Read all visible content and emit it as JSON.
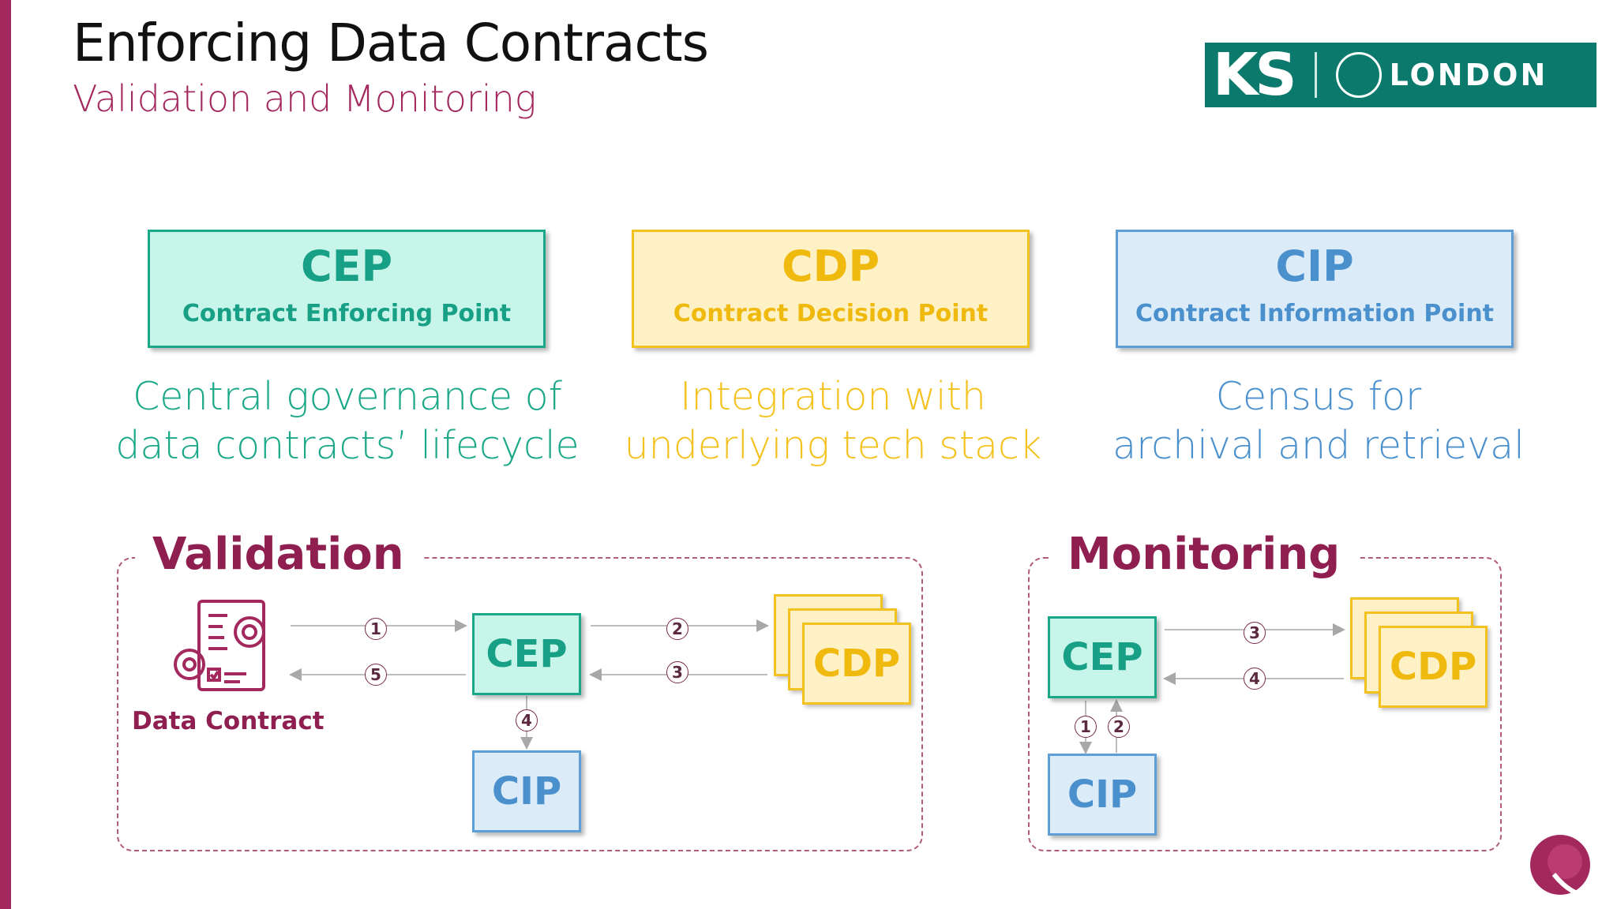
{
  "slide": {
    "title": "Enforcing Data Contracts",
    "subtitle": "Validation and Monitoring"
  },
  "logo": {
    "brand": "KS",
    "city": "LONDON"
  },
  "components": [
    {
      "abbr": "CEP",
      "full": "Contract Enforcing Point",
      "desc_line1": "Central governance of",
      "desc_line2": "data contracts’ lifecycle"
    },
    {
      "abbr": "CDP",
      "full": "Contract Decision Point",
      "desc_line1": "Integration with",
      "desc_line2": "underlying tech stack"
    },
    {
      "abbr": "CIP",
      "full": "Contract Information Point",
      "desc_line1": "Census for",
      "desc_line2": "archival and retrieval"
    }
  ],
  "validation": {
    "label": "Validation",
    "data_contract_label": "Data Contract",
    "cep": "CEP",
    "cdp": "CDP",
    "cip": "CIP",
    "steps": [
      "1",
      "2",
      "3",
      "4",
      "5"
    ]
  },
  "monitoring": {
    "label": "Monitoring",
    "cep": "CEP",
    "cdp": "CDP",
    "cip": "CIP",
    "steps": [
      "1",
      "2",
      "3",
      "4"
    ]
  },
  "colors": {
    "accent": "#a3285e",
    "cep": "#1aa889",
    "cdp": "#f4c21f",
    "cip": "#4a90cd",
    "logo_bg": "#0b7a6c"
  }
}
